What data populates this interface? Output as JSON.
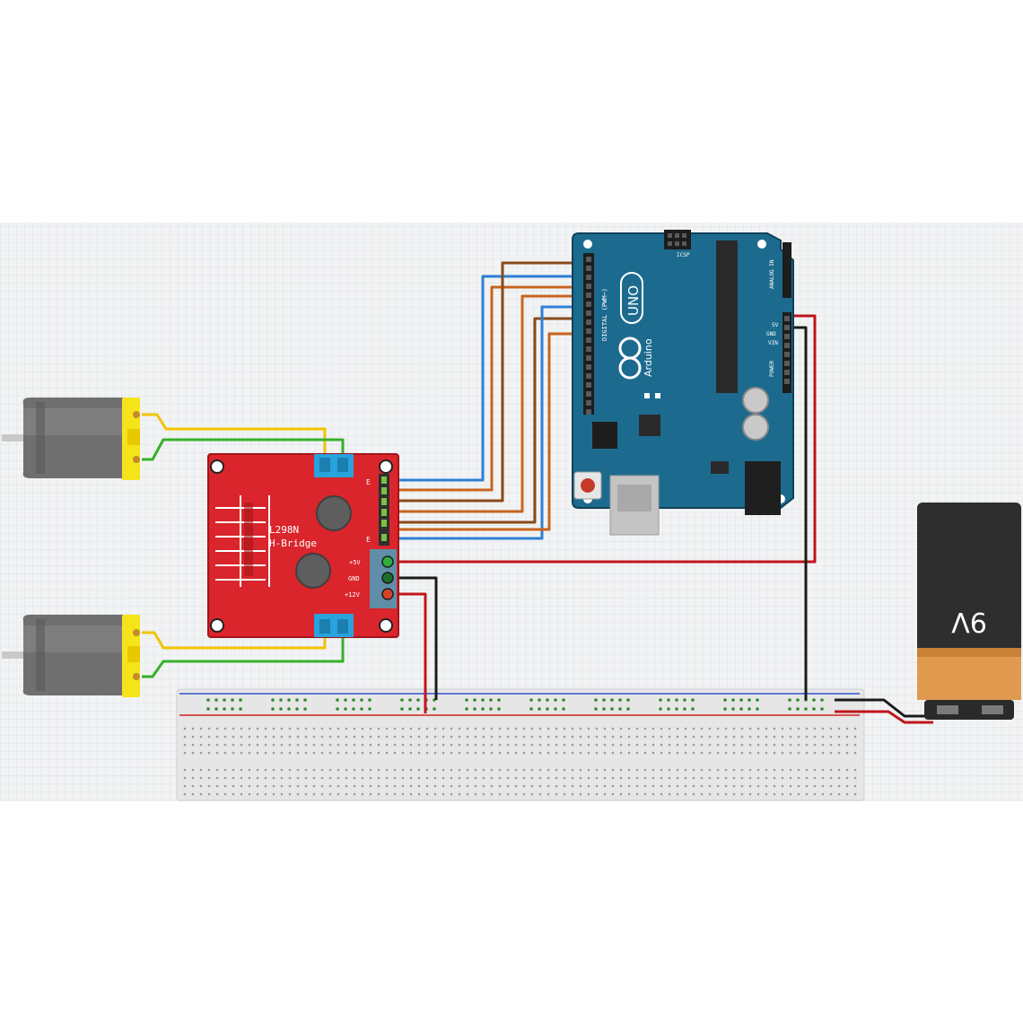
{
  "colors": {
    "background": "#ffffff",
    "grid_bg": "#f2f3f4",
    "grid_line": "#dfe3e7",
    "arduino": "#1c6b8f",
    "arduino_dark": "#134e6b",
    "hbridge": "#d9252b",
    "hbridge_dark": "#a3151a",
    "motor_body": "#6f6f6f",
    "motor_end": "#f5e41a",
    "terminal_blue": "#29a3dd",
    "battery_top": "#2e2e2e",
    "battery_bottom": "#e09a4f",
    "breadboard": "#e6e6e6",
    "wire_blue": "#2f7fd6",
    "wire_orange": "#c8641e",
    "wire_red": "#c0141b",
    "wire_black": "#1b1b1b",
    "wire_yellow": "#f2c400",
    "wire_green": "#35b02a"
  },
  "hbridge": {
    "chip_label": "L298N",
    "subtitle": "H-Bridge",
    "pin_5v": "+5V",
    "pin_gnd": "GND",
    "pin_12v": "+12V",
    "en_top": "E",
    "en_bottom": "E"
  },
  "arduino": {
    "brand": "Arduino",
    "model": "UNO",
    "icsp": "ICSP",
    "digital_label": "DIGITAL (PWM~)",
    "power_label": "POWER",
    "analog_label": "ANALOG IN",
    "pin_5v": "5V",
    "pin_gnd": "GND",
    "pin_vin": "VIN"
  },
  "battery": {
    "label": "9V"
  },
  "wiring": {
    "motors": 2,
    "control_wires": 6,
    "power_wires": 4
  }
}
